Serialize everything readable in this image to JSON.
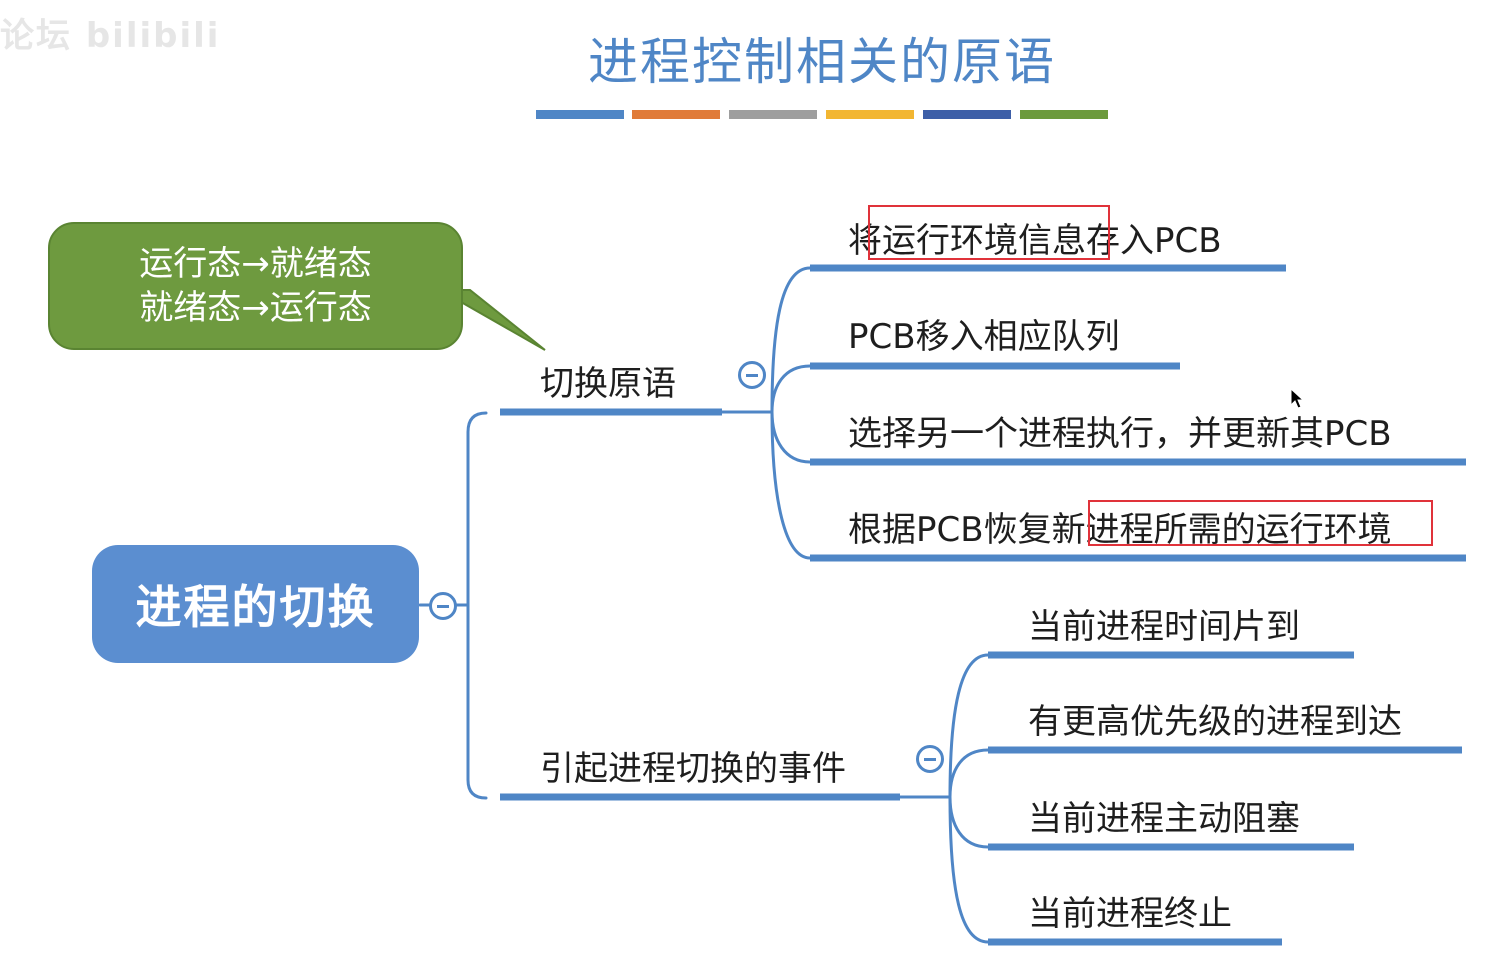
{
  "watermark": "论坛 bilibili",
  "title": "进程控制相关的原语",
  "color_bars": [
    "#4f86c6",
    "#e07b39",
    "#9e9e9e",
    "#f2b632",
    "#3d5fa8",
    "#6c9a3c"
  ],
  "root": {
    "label": "进程的切换"
  },
  "callout": {
    "line1": "运行态→就绪态",
    "line2": "就绪态→运行态"
  },
  "branch1": {
    "label": "切换原语",
    "items": [
      "将运行环境信息存入PCB",
      "PCB移入相应队列",
      "选择另一个进程执行，并更新其PCB",
      "根据PCB恢复新进程所需的运行环境"
    ]
  },
  "branch2": {
    "label": "引起进程切换的事件",
    "items": [
      "当前进程时间片到",
      "有更高优先级的进程到达",
      "当前进程主动阻塞",
      "当前进程终止"
    ]
  },
  "colors": {
    "line": "#4f86c6",
    "root_fill": "#5b8ed0",
    "callout_fill": "#6e9a3f",
    "highlight": "#e0323a"
  }
}
